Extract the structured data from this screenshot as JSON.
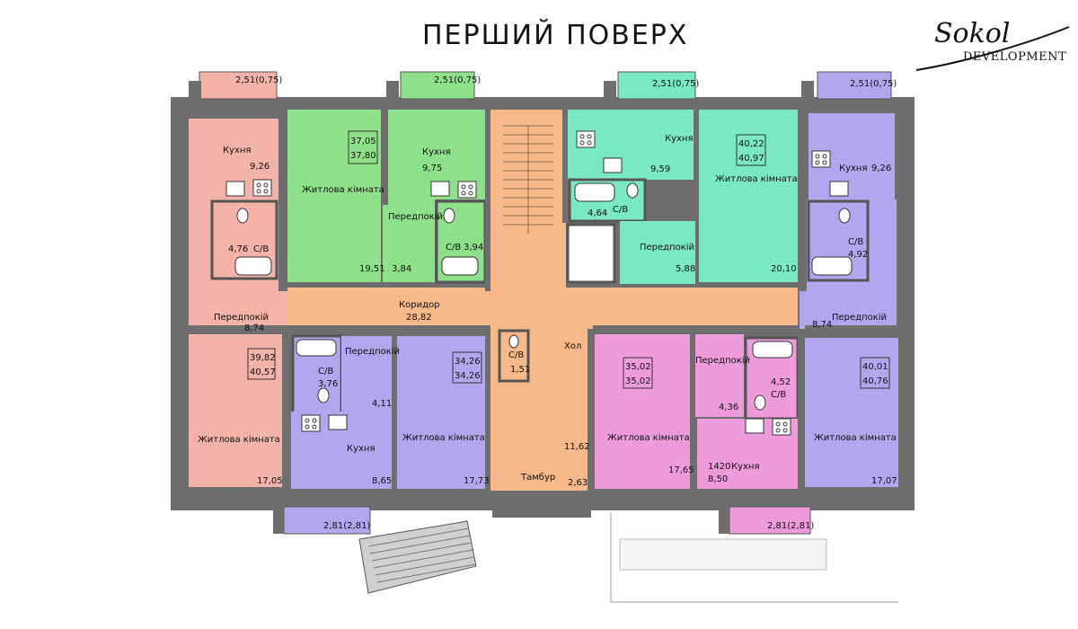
{
  "title": "ПЕРШИЙ ПОВЕРХ",
  "logo": {
    "script": "Sokol",
    "text": "DEVELOPMENT"
  },
  "colors": {
    "pink": "#f4b3a9",
    "green": "#8fe08a",
    "teal": "#7ae8c4",
    "violet": "#b3a6ee",
    "orange": "#f7b98a",
    "magenta": "#ee9bdc",
    "wall": "#6e6e6e"
  },
  "balconies": {
    "top": "2,51(0,75)",
    "bottom": "2,81(2,81)"
  },
  "labels": {
    "kitchen": "Кухня",
    "living": "Житлова кімната",
    "hall": "Передпокій",
    "bath": "С/В",
    "corridor": "Коридор",
    "lobby": "Хол",
    "vestibule": "Тамбур"
  },
  "apt1": {
    "kitchen_area": "9,26",
    "bath_area": "4,76",
    "hall_area": "8,74",
    "total": "39,82",
    "total2": "40,57",
    "living_area": "17,05"
  },
  "apt2": {
    "total": "37,05",
    "total2": "37,80",
    "kitchen_area": "9,75",
    "living_area": "19,51",
    "hall_area": "3,84",
    "bath_area": "3,94"
  },
  "apt3": {
    "kitchen_area": "9,59",
    "bath_area": "4,64",
    "hall_area": "5,88"
  },
  "apt4": {
    "total": "40,22",
    "total2": "40,97",
    "living_area": "20,10"
  },
  "apt5": {
    "kitchen_area": "9,26",
    "bath_area": "4,92",
    "hall_area": "8,74",
    "total": "40,01",
    "total2": "40,76",
    "living_area": "17,07"
  },
  "apt6": {
    "bath_area": "3,76",
    "hall_area": "4,11",
    "kitchen_area": "8,65"
  },
  "apt7": {
    "total": "34,26",
    "total2": "34,26",
    "living_area": "17,73"
  },
  "apt8": {
    "total": "35,02",
    "total2": "35,02",
    "living_area": "17,65",
    "hall_area": "4,36",
    "bath_area": "4,52",
    "kitchen_prefix": "1420",
    "kitchen_area": "8,50"
  },
  "common": {
    "corridor_area": "28,82",
    "wc_area": "1,51",
    "lobby_area": "11,62",
    "vestibule_area": "2,63"
  }
}
